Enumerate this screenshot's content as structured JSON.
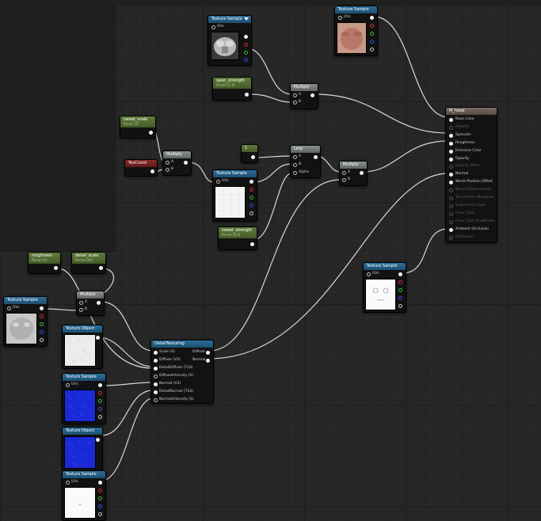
{
  "graph": {
    "texture_sample_title": "Texture Sample",
    "texture_object_title": "Texture Object",
    "uvs": "UVs",
    "multiply": "Multiply",
    "a": "A",
    "b": "B",
    "alpha": "Alpha",
    "lerp": "Lerp",
    "one": "1",
    "texcoord": "TexCoord",
    "params": {
      "open_strength": {
        "name": "open_strength",
        "sub": "Param (1.4)"
      },
      "sweat_scale": {
        "name": "sweat_scale",
        "sub": "Param (2)"
      },
      "sweat_strength": {
        "name": "sweat_strength",
        "sub": "Param (0.4)"
      },
      "roughness": {
        "name": "roughness",
        "sub": "Param (1)"
      },
      "detail_scale": {
        "name": "detail_scale",
        "sub": "Param (40)"
      }
    },
    "material": {
      "title": "M_head",
      "pins": [
        "Base Color",
        "Metallic",
        "Specular",
        "Roughness",
        "Emissive Color",
        "Opacity",
        "Opacity Mask",
        "Normal",
        "World Position Offset",
        "World Displacement",
        "Tessellation Multiplier",
        "Subsurface Color",
        "Clear Coat",
        "Clear Coat Roughness",
        "Ambient Occlusion",
        "Refraction"
      ],
      "active": [
        true,
        false,
        true,
        true,
        true,
        true,
        false,
        true,
        true,
        false,
        false,
        false,
        false,
        false,
        true,
        false
      ]
    },
    "detail_texturing": {
      "title": "DetailTexturing",
      "inputs": [
        "Scale (S)",
        "Diffuse (V3)",
        "DetailDiffuse (T2d)",
        "DiffuseIntensity (S)",
        "Normal (V3)",
        "DetailNormal (T2d)",
        "NormalIntensity (S)"
      ],
      "outputs": [
        "Diffuse",
        "Normal"
      ]
    },
    "colors": {
      "wire": "#d8d8d8",
      "texture_header": "#2d6f9b",
      "param_header": "#5f7c3a",
      "normal_map": "#1a2bd6"
    }
  }
}
